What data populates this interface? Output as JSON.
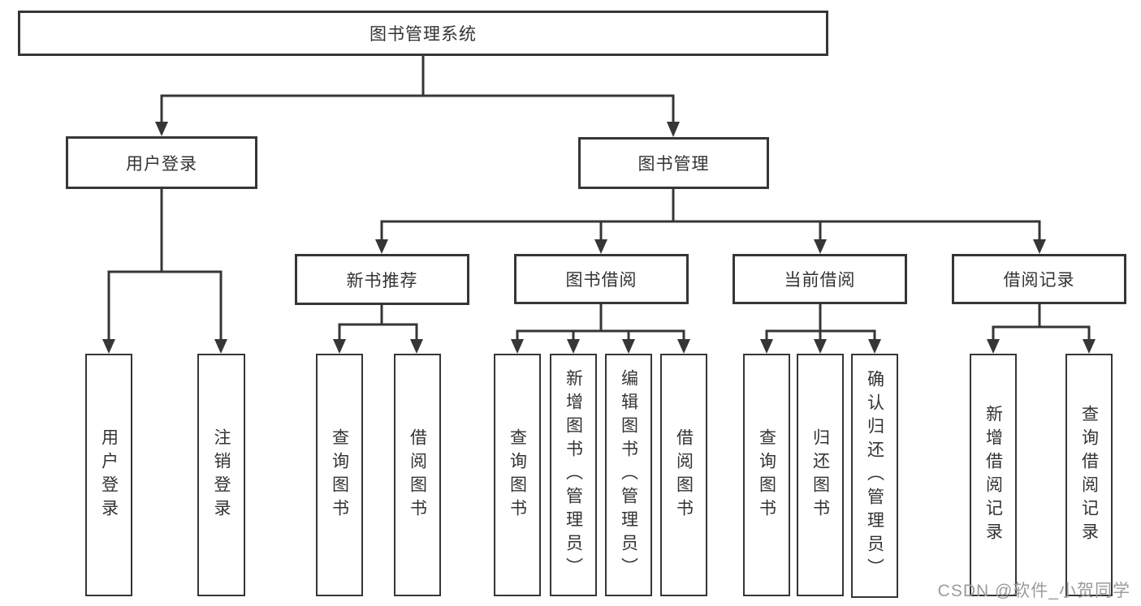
{
  "diagram": {
    "title": "图书管理系统",
    "level2": [
      {
        "label": "用户登录",
        "children": [
          "用户登录",
          "注销登录"
        ]
      },
      {
        "label": "图书管理",
        "children": [
          {
            "label": "新书推荐",
            "children": [
              "查询图书",
              "借阅图书"
            ]
          },
          {
            "label": "图书借阅",
            "children": [
              "查询图书",
              "新增图书（管理员）",
              "编辑图书（管理员）",
              "借阅图书"
            ]
          },
          {
            "label": "当前借阅",
            "children": [
              "查询图书",
              "归还图书",
              "确认归还（管理员）"
            ]
          },
          {
            "label": "借阅记录",
            "children": [
              "新增借阅记录",
              "查询借阅记录"
            ]
          }
        ]
      }
    ]
  },
  "watermark": {
    "text": "CSDN @软件_小贺同学"
  },
  "colors": {
    "line": "#363636",
    "text": "#333333",
    "background": "#ffffff",
    "watermark": "#9b9b9b"
  }
}
